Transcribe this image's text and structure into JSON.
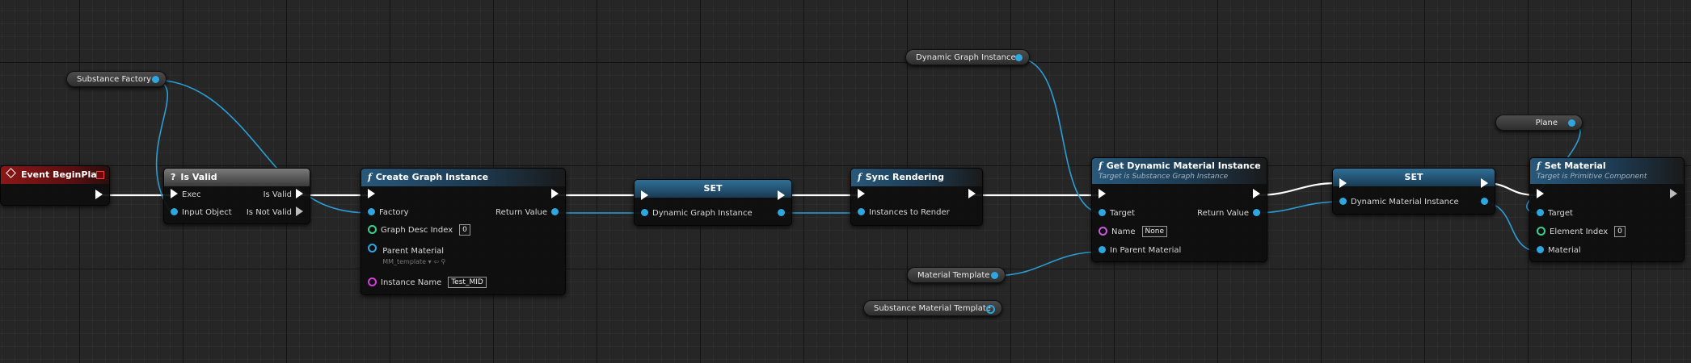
{
  "nodes": {
    "event_begin_play": {
      "title": "Event BeginPlay"
    },
    "is_valid": {
      "title": "Is Valid",
      "exec": "Exec",
      "is_valid": "Is Valid",
      "input_object": "Input Object",
      "is_not_valid": "Is Not Valid"
    },
    "create_graph_instance": {
      "title": "Create Graph Instance",
      "factory": "Factory",
      "return_value": "Return Value",
      "graph_desc_index": "Graph Desc Index",
      "graph_desc_index_value": "0",
      "parent_material": "Parent Material",
      "parent_material_value": "MM_template",
      "instance_name": "Instance Name",
      "instance_name_value": "Test_MID"
    },
    "set_1": {
      "title": "SET",
      "pin": "Dynamic Graph Instance"
    },
    "sync_rendering": {
      "title": "Sync Rendering",
      "pin": "Instances to Render"
    },
    "get_dynamic_material_instance": {
      "title": "Get Dynamic Material Instance",
      "subtitle": "Target is Substance Graph Instance",
      "target": "Target",
      "return_value": "Return Value",
      "name": "Name",
      "name_value": "None",
      "in_parent_material": "In Parent Material"
    },
    "set_2": {
      "title": "SET",
      "pin": "Dynamic Material Instance"
    },
    "set_material": {
      "title": "Set Material",
      "subtitle": "Target is Primitive Component",
      "target": "Target",
      "element_index": "Element Index",
      "element_index_value": "0",
      "material": "Material"
    }
  },
  "variables": {
    "substance_factory": "Substance Factory",
    "dynamic_graph_instance": "Dynamic Graph Instance",
    "material_template": "Material Template",
    "substance_material_template": "Substance Material Template",
    "plane": "Plane"
  },
  "colors": {
    "exec_wire": "#ffffff",
    "object_pin": "#2ea7e0",
    "name_pin": "#c65cd8",
    "int_pin": "#3ad18e",
    "string_pin": "#d23fd8",
    "event_header": "#8c1717",
    "function_header": "#28587a"
  },
  "icons": {
    "event": "diamond-icon",
    "function": "function-icon",
    "branch": "question-icon",
    "exec_pin": "exec-arrow-icon",
    "data_pin": "circle-pin-icon"
  }
}
